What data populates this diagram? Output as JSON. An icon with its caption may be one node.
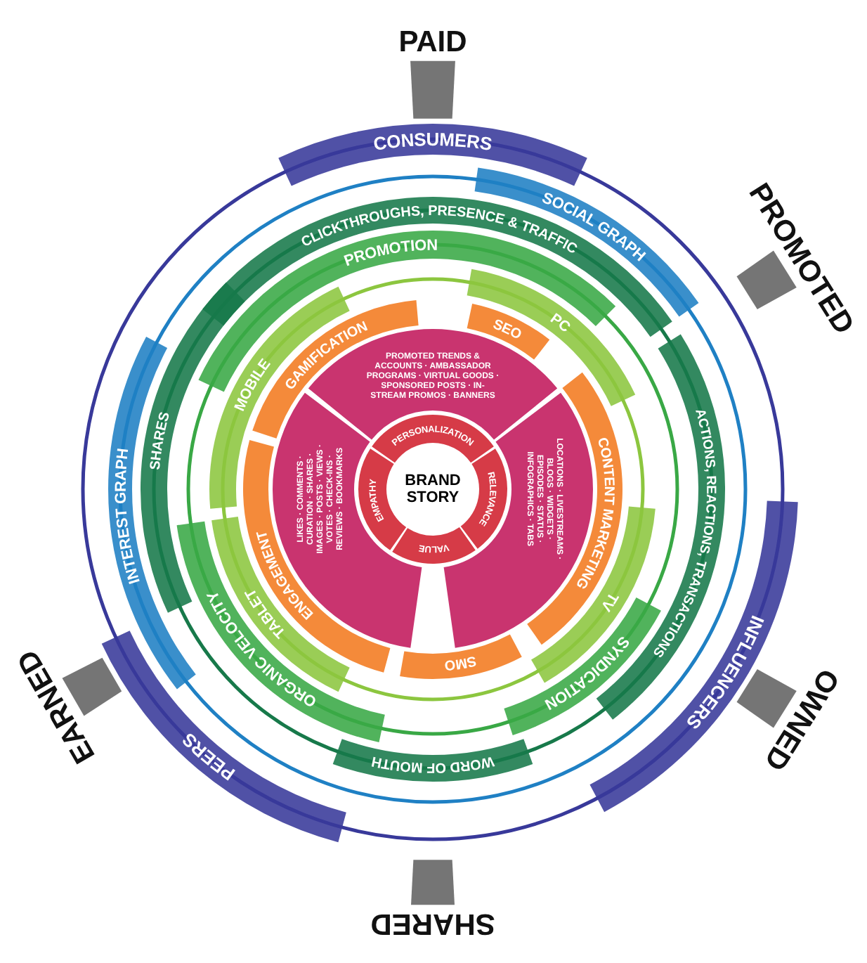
{
  "diagram": {
    "nodes": [
      {
        "text": [
          "BRAND STORY"
        ]
      },
      {
        "text": [
          "PERSONALIZATION"
        ]
      },
      {
        "text": [
          "RELEVANCE"
        ]
      },
      {
        "text": [
          "VALUE"
        ]
      },
      {
        "text": [
          "EMPATHY"
        ]
      },
      {
        "text": [
          "PROMOTED TRENDS & ACCOUNTS · AMBASSADOR PROGRAMS · VIRTUAL GOODS · SPONSORED POSTS · IN-STREAM PROMOS · BANNERS"
        ]
      },
      {
        "text": [
          "LOCATIONS · LIVESTREAMS · BLOGS · WIDGETS · EPISODES · STATUS · INFOGRAPHICS · TABS"
        ]
      },
      {
        "text": [
          "LIKES · COMMENTS · CURATION · SHARES · IMAGES · POSTS · VIEWS · VOTES · CHECK-INS · REVIEWS · BOOKMARKS"
        ]
      },
      {
        "text": [
          "GAMIFICATION"
        ]
      },
      {
        "text": [
          "SEO"
        ]
      },
      {
        "text": [
          "CONTENT MARKETING"
        ]
      },
      {
        "text": [
          "SMO"
        ]
      },
      {
        "text": [
          "ENGAGEMENT"
        ]
      },
      {
        "text": [
          "MOBILE"
        ]
      },
      {
        "text": [
          "PC"
        ]
      },
      {
        "text": [
          "TV"
        ]
      },
      {
        "text": [
          "TABLET"
        ]
      },
      {
        "text": [
          "PROMOTION"
        ]
      },
      {
        "text": [
          "SYNDICATION"
        ]
      },
      {
        "text": [
          "ORGANIC VELOCITY"
        ]
      },
      {
        "text": [
          "CLICKTHROUGHS, PRESENCE & TRAFFIC"
        ]
      },
      {
        "text": [
          "ACTIONS, REACTIONS, TRANSACTIONS"
        ]
      },
      {
        "text": [
          "WORD OF MOUTH"
        ]
      },
      {
        "text": [
          "SHARES"
        ]
      },
      {
        "text": [
          "SOCIAL GRAPH"
        ]
      },
      {
        "text": [
          "INTEREST GRAPH"
        ]
      },
      {
        "text": [
          "CONSUMERS"
        ]
      },
      {
        "text": [
          "INFLUENCERS"
        ]
      },
      {
        "text": [
          "PEERS"
        ]
      },
      {
        "text": [],
        "shape": "bar",
        "beside": [
          "PAID"
        ]
      },
      {
        "text": [],
        "shape": "bar",
        "beside": [
          "PROMOTED"
        ]
      },
      {
        "text": [],
        "shape": "bar",
        "beside": [
          "OWNED"
        ]
      },
      {
        "text": [],
        "shape": "bar",
        "beside": [
          "SHARED"
        ]
      },
      {
        "text": [],
        "shape": "bar",
        "beside": [
          "EARNED"
        ]
      }
    ]
  }
}
